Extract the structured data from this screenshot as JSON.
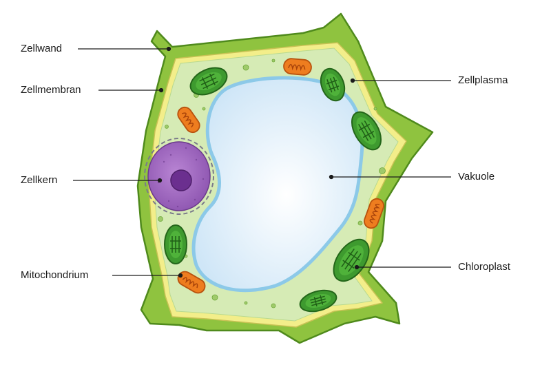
{
  "labels": {
    "zellwand": "Zellwand",
    "zellmembran": "Zellmembran",
    "zellkern": "Zellkern",
    "mitochondrium": "Mitochondrium",
    "zellplasma": "Zellplasma",
    "vakuole": "Vakuole",
    "chloroplast": "Chloroplast"
  },
  "colors": {
    "cell_wall": "#8fc33f",
    "cell_wall_outline": "#4f8a1c",
    "membrane": "#f3ee8a",
    "cytoplasm": "#d6ebb5",
    "vacuole": "#dcedfa",
    "vacuole_outline": "#8cc9e8",
    "nucleus": "#a56bc4",
    "nucleolus": "#6b2f8f",
    "chloroplast": "#3e9a2f",
    "mitochondrion": "#ee7d1f"
  }
}
